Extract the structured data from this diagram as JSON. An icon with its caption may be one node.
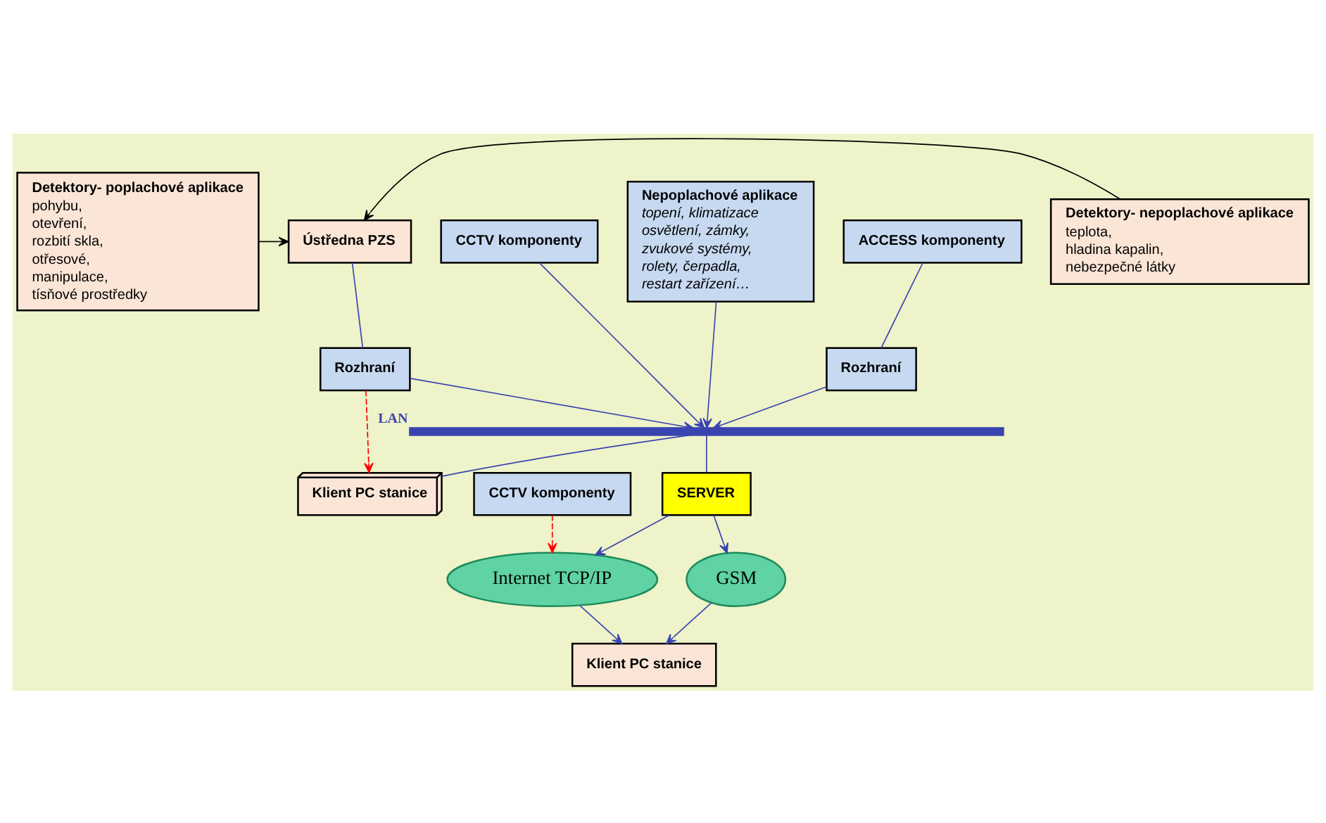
{
  "diagram": {
    "nodes": [
      {
        "text": [
          "Detektory- poplachové aplikace",
          "pohybu,",
          "otevření,",
          "rozbití skla,",
          "otřesové,",
          "manipulace,",
          "tísňové prostředky"
        ]
      },
      {
        "text": [
          "Ústředna PZS"
        ]
      },
      {
        "text": [
          "CCTV komponenty"
        ]
      },
      {
        "text": [
          "Nepoplachové aplikace",
          "topení, klimatizace",
          "osvětlení, zámky,",
          "zvukové systémy,",
          "rolety, čerpadla,",
          "restart zařízení…"
        ]
      },
      {
        "text": [
          "ACCESS komponenty"
        ]
      },
      {
        "text": [
          "Rozhraní"
        ]
      },
      {
        "text": [
          "Rozhraní"
        ]
      },
      {
        "text": [
          "Detektory- nepoplachové aplikace",
          "teplota,",
          "hladina kapalin,",
          "nebezpečné látky"
        ]
      },
      {
        "text": [],
        "shape": "bar",
        "beside": [
          "LAN"
        ]
      },
      {
        "text": [
          "SERVER"
        ]
      },
      {
        "text": [
          "Klient PC stanice"
        ]
      },
      {
        "text": [
          "CCTV komponenty"
        ]
      },
      {
        "text": [
          "Internet TCP/IP"
        ]
      },
      {
        "text": [
          "GSM"
        ]
      },
      {
        "text": [
          "Klient PC stanice"
        ]
      }
    ],
    "edges": [
      {
        "from": 0,
        "to": 1,
        "arrow": "to",
        "color": "#000000"
      },
      {
        "from": 7,
        "to": 1,
        "arrow": "to",
        "color": "#000000"
      },
      {
        "from": 1,
        "to": 5,
        "arrow": "none"
      },
      {
        "from": 5,
        "to": 8,
        "arrow": "to"
      },
      {
        "from": 2,
        "to": 8,
        "arrow": "to"
      },
      {
        "from": 4,
        "to": 6,
        "arrow": "none"
      },
      {
        "from": 6,
        "to": 8,
        "arrow": "to"
      },
      {
        "from": 3,
        "to": 8,
        "arrow": "to"
      },
      {
        "from": 8,
        "to": 9,
        "arrow": "none"
      },
      {
        "from": 8,
        "to": 10,
        "arrow": "none"
      },
      {
        "from": 5,
        "to": 10,
        "arrow": "to",
        "style": "dashed",
        "color": "#ff0000"
      },
      {
        "from": 9,
        "to": 13,
        "arrow": "to"
      },
      {
        "from": 9,
        "to": 12,
        "arrow": "to"
      },
      {
        "from": 11,
        "to": 12,
        "arrow": "to",
        "style": "dashed",
        "color": "#ff0000"
      },
      {
        "from": 12,
        "to": 14,
        "arrow": "to"
      },
      {
        "from": 13,
        "to": 14,
        "arrow": "to"
      }
    ]
  }
}
